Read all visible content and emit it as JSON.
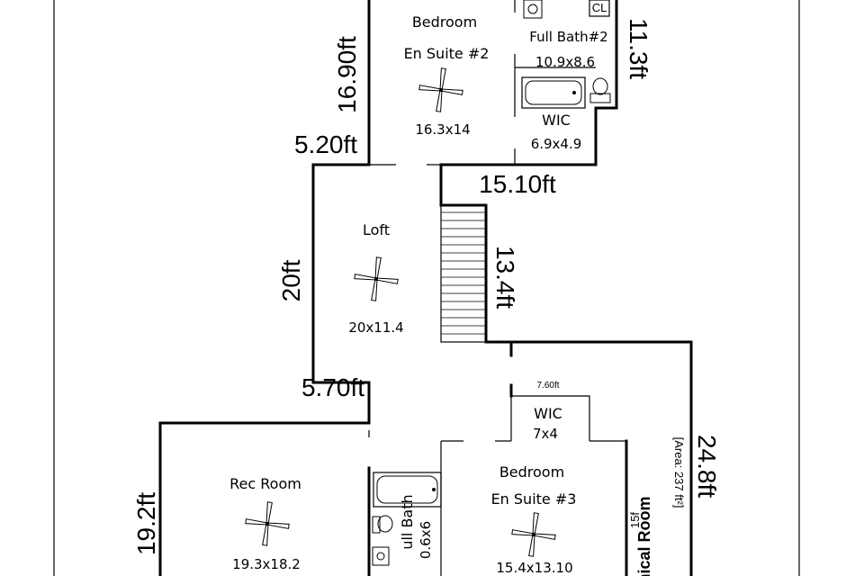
{
  "rooms": {
    "bedroom2": {
      "name": "Bedroom",
      "label": "En Suite #2",
      "size": "16.3x14"
    },
    "bath2": {
      "name": "Full Bath#2",
      "size": "10.9x8.6",
      "closet_label": "CL"
    },
    "wic_upper": {
      "name": "WIC",
      "size": "6.9x4.9"
    },
    "loft": {
      "name": "Loft",
      "size": "20x11.4"
    },
    "wic_lower": {
      "name": "WIC",
      "size": "7x4"
    },
    "bedroom3": {
      "name": "Bedroom",
      "label": "En Suite #3",
      "size": "15.4x13.10"
    },
    "rec": {
      "name": "Rec Room",
      "size": "19.3x18.2"
    },
    "bath_lower": {
      "name": "ull Bath",
      "size": "0.6x6"
    },
    "mechanical": {
      "name": "hical Room",
      "area": "[Area: 237 ft²]",
      "overlap": "15f"
    }
  },
  "dimensions": {
    "d1": "16.90ft",
    "d2": "5.20ft",
    "d3": "11.3ft",
    "d4": "15.10ft",
    "d5": "20ft",
    "d6": "13.4ft",
    "d7": "5.70ft",
    "d8": "7.60ft",
    "d9": "24.8ft",
    "d10": "19.2ft"
  }
}
